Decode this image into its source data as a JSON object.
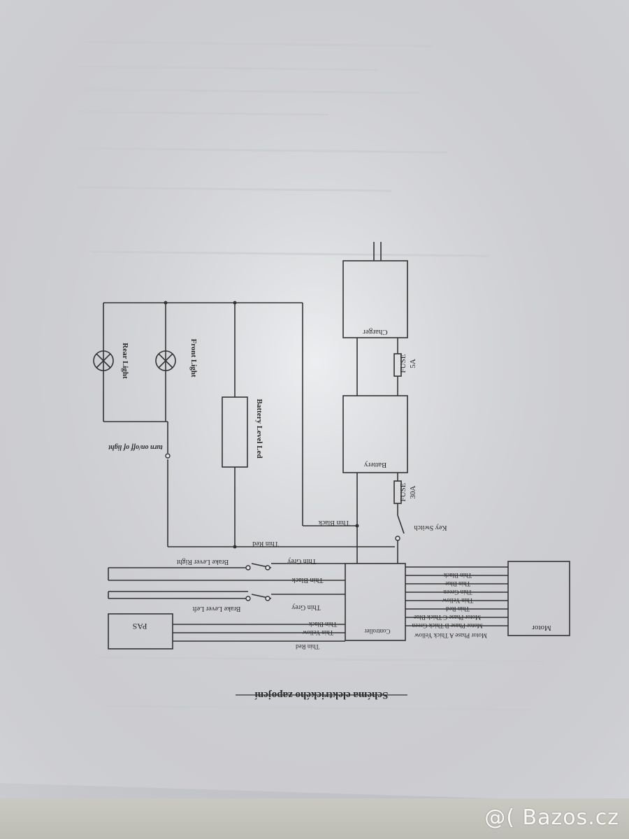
{
  "document": {
    "title": "Schéma elektrického zapojení"
  },
  "components": {
    "charger": "Charger",
    "battery": "Battery",
    "controller": "Controller",
    "motor": "Motor",
    "pas": "PAS",
    "rear_light": "Rear Light",
    "front_light": "Front Light",
    "battery_level_led": "Battery Level Led",
    "fuse_5a_label": "FUSE",
    "fuse_5a_value": "5A",
    "fuse_30a_label": "FUSE",
    "fuse_30a_value": "30A",
    "key_switch": "Key Switch",
    "light_switch": "turn on/off of light",
    "brake_right": "Brake Lever Right",
    "brake_left": "Brake Lever Left"
  },
  "wires": {
    "thin_red_top": "Thin Red",
    "thin_black_top": "Thin Black",
    "thin_grey_right": "Thin Grey",
    "thin_black_mid": "Thin Black",
    "thin_grey_left": "Thin Grey",
    "pas_black": "Thin Black",
    "pas_yellow": "Thin Yellow",
    "pas_red": "Thin Red",
    "motor_wires": [
      "Thin Black",
      "Thin Blue",
      "Thin Green",
      "Thin Yellow",
      "Thin Red",
      "Motor Phase C Thick Blue",
      "Motor Phase B Thick Green",
      "Motor Phase A Thick Yellow"
    ]
  },
  "watermark": "@( Bazos.cz"
}
